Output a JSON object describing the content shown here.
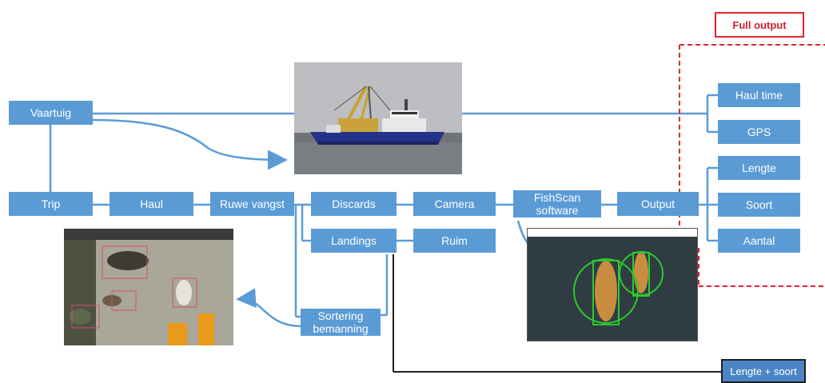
{
  "full_output": "Full output",
  "nodes": {
    "vaartuig": "Vaartuig",
    "trip": "Trip",
    "haul": "Haul",
    "ruwe_vangst": "Ruwe vangst",
    "discards": "Discards",
    "landings": "Landings",
    "camera": "Camera",
    "ruim": "Ruim",
    "fishscan": "FishScan software",
    "output": "Output",
    "sortering": "Sortering bemanning",
    "haul_time": "Haul time",
    "gps": "GPS",
    "lengte": "Lengte",
    "soort": "Soort",
    "aantal": "Aantal",
    "lengte_soort": "Lengte + soort"
  },
  "colors": {
    "box": "#5b9bd5",
    "connector": "#5b9bd5",
    "full_output_border": "#e0262a",
    "feedback_line": "#1f1f1f"
  },
  "images": {
    "ship_photo": "trawler-ship-photo",
    "sorting_photo": "catch-sorting-photo",
    "fishscan_screenshot": "fishscan-detection-screenshot"
  }
}
